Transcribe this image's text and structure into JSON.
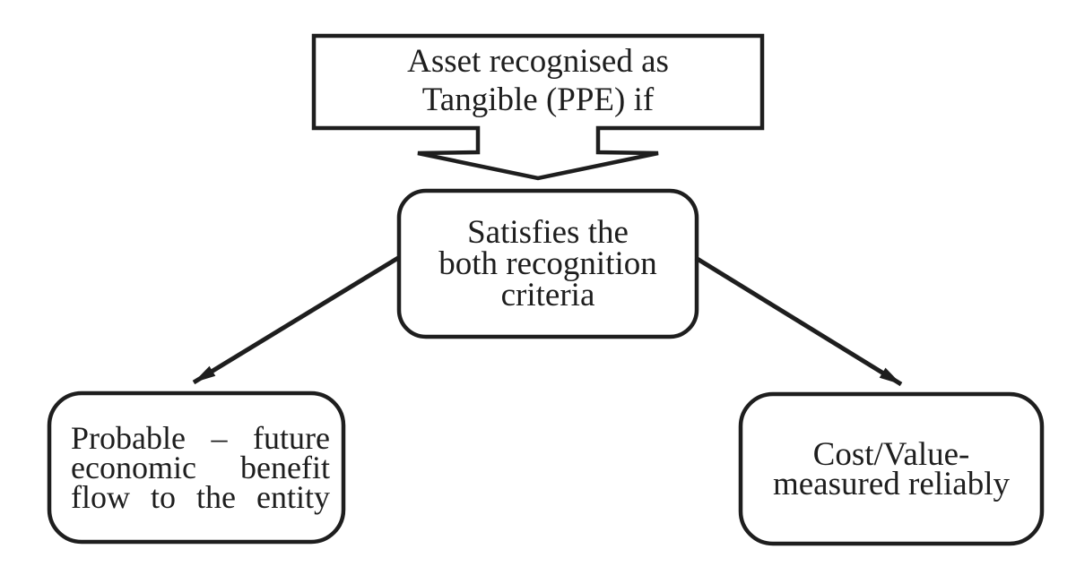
{
  "diagram": {
    "type": "flowchart",
    "nodes": {
      "top_box": {
        "lines": [
          "Asset recognised as",
          "Tangible (PPE) if"
        ]
      },
      "criteria_box": {
        "lines": [
          "Satisfies the",
          "both recognition",
          "criteria"
        ]
      },
      "probable_box": {
        "lines": [
          "Probable – future",
          "economic benefit",
          "flow to the entity"
        ]
      },
      "cost_box": {
        "lines": [
          "Cost/Value-",
          "measured reliably"
        ]
      }
    },
    "connectors": [
      {
        "from": "top_box",
        "to": "criteria_box",
        "style": "block-down-arrow"
      },
      {
        "from": "criteria_box",
        "to": "probable_box",
        "style": "line-arrow"
      },
      {
        "from": "criteria_box",
        "to": "cost_box",
        "style": "line-arrow"
      }
    ],
    "colors": {
      "ink": "#1e1e1e",
      "background": "#ffffff"
    }
  }
}
